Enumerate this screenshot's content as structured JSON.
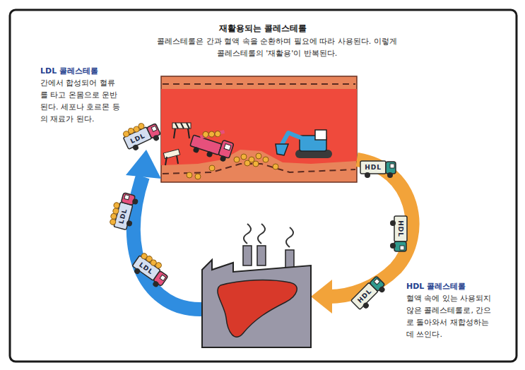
{
  "diagram": {
    "title": "재활용되는 콜레스테롤",
    "labels": [
      "콜레스테롤은 간과 혈액 속을 순환하며 필요에 따라 사용된다. 이렇게 콜레스테롤의 '재활용'이 반복된다.",
      "LDL 콜레스테롤",
      "간에서 합성되어 혈류를 타고 온몸으로 운반된다. 세포나 호르몬 등의 재료가 된다.",
      "HDL 콜레스테롤",
      "혈액 속에 있는 사용되지 않은 콜레스테롤로, 간으로 돌아와서 재합성하는 데 쓰인다.",
      "LDL",
      "LDL",
      "LDL",
      "HDL",
      "HDL",
      "HDL"
    ]
  }
}
